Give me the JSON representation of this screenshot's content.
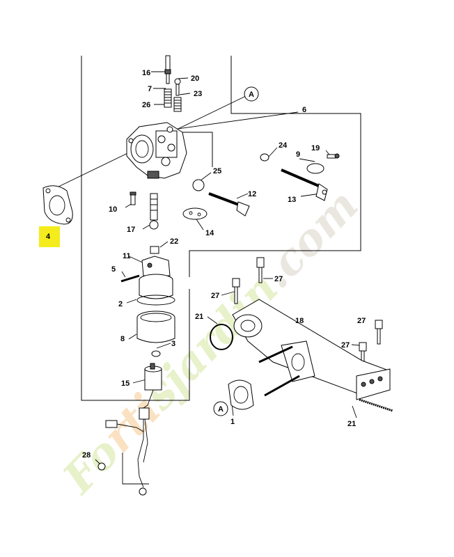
{
  "colors": {
    "highlight": "#f4ec1c",
    "watermark_green": "#d4e6a0",
    "watermark_orange": "#f7c98f",
    "watermark_grey": "#d9d4c8"
  },
  "watermark": {
    "text": "Fortisjardin.com"
  },
  "callouts": [
    {
      "id": "c16",
      "text": "16"
    },
    {
      "id": "c7",
      "text": "7"
    },
    {
      "id": "c20",
      "text": "20"
    },
    {
      "id": "c26",
      "text": "26"
    },
    {
      "id": "c23",
      "text": "23"
    },
    {
      "id": "cA1",
      "text": "A"
    },
    {
      "id": "c6",
      "text": "6"
    },
    {
      "id": "c24",
      "text": "24"
    },
    {
      "id": "c19",
      "text": "19"
    },
    {
      "id": "c9",
      "text": "9"
    },
    {
      "id": "c25",
      "text": "25"
    },
    {
      "id": "c12",
      "text": "12"
    },
    {
      "id": "c13",
      "text": "13"
    },
    {
      "id": "c10",
      "text": "10"
    },
    {
      "id": "c14",
      "text": "14"
    },
    {
      "id": "c4",
      "text": "4"
    },
    {
      "id": "c17",
      "text": "17"
    },
    {
      "id": "c22",
      "text": "22"
    },
    {
      "id": "c11",
      "text": "11"
    },
    {
      "id": "c5",
      "text": "5"
    },
    {
      "id": "c27a",
      "text": "27"
    },
    {
      "id": "c27b",
      "text": "27"
    },
    {
      "id": "c2",
      "text": "2"
    },
    {
      "id": "c21a",
      "text": "21"
    },
    {
      "id": "c18",
      "text": "18"
    },
    {
      "id": "c27c",
      "text": "27"
    },
    {
      "id": "c8",
      "text": "8"
    },
    {
      "id": "c3",
      "text": "3"
    },
    {
      "id": "c27d",
      "text": "27"
    },
    {
      "id": "c15",
      "text": "15"
    },
    {
      "id": "cA2",
      "text": "A"
    },
    {
      "id": "c1",
      "text": "1"
    },
    {
      "id": "c21b",
      "text": "21"
    },
    {
      "id": "c28",
      "text": "28"
    }
  ]
}
